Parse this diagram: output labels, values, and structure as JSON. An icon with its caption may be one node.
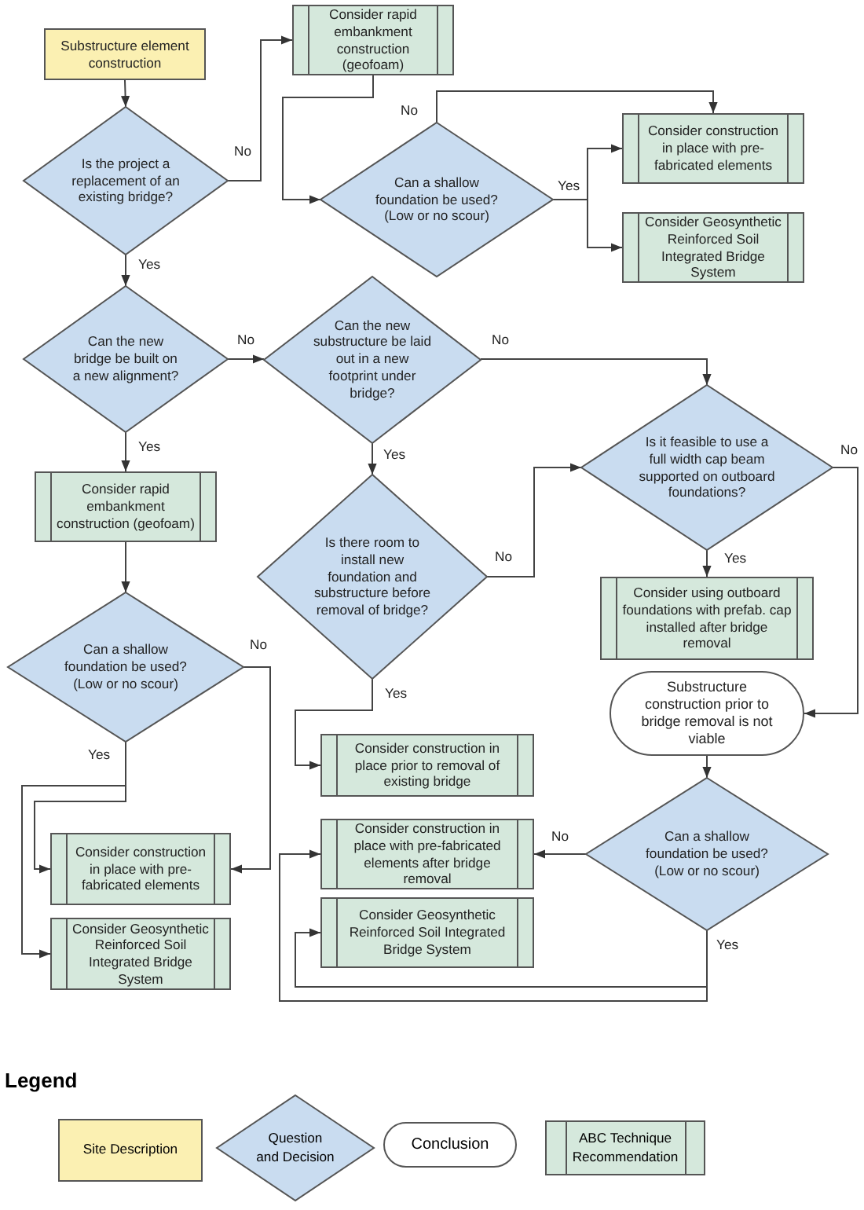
{
  "diagram": {
    "nodes": [
      {
        "text": [
          "Substructure element construction"
        ]
      },
      {
        "text": [
          "Is the project a replacement of an existing bridge?"
        ]
      },
      {
        "text": [
          "Consider rapid embankment construction (geofoam)"
        ]
      },
      {
        "text": [
          "Can a shallow foundation be used? (Low or no scour)"
        ]
      },
      {
        "text": [
          "Consider construction in place with pre-fabricated elements"
        ]
      },
      {
        "text": [
          "Consider Geosynthetic Reinforced Soil Integrated Bridge System"
        ]
      },
      {
        "text": [
          "Can the new bridge be built on a new alignment?"
        ]
      },
      {
        "text": [
          "Can the new substructure be laid out in a new footprint under bridge?"
        ]
      },
      {
        "text": [
          "Is it feasible to use a full width cap beam supported on outboard foundations?"
        ]
      },
      {
        "text": [
          "Consider rapid embankment construction (geofoam)"
        ]
      },
      {
        "text": [
          "Is there room to install new foundation and substructure before removal of bridge?"
        ]
      },
      {
        "text": [
          "Consider using outboard foundations with prefab. cap installed after bridge removal"
        ]
      },
      {
        "text": [
          "Substructure construction prior to bridge removal is not viable"
        ]
      },
      {
        "text": [
          "Can a shallow foundation be used? (Low or no scour)"
        ]
      },
      {
        "text": [
          "Consider construction in place prior to removal of existing bridge"
        ]
      },
      {
        "text": [
          "Can a shallow foundation be used? (Low or no scour)"
        ]
      },
      {
        "text": [
          "Consider construction in place with pre-fabricated elements after bridge removal"
        ]
      },
      {
        "text": [
          "Consider Geosynthetic Reinforced Soil Integrated Bridge System"
        ]
      },
      {
        "text": [
          "Consider construction in place with pre-fabricated elements"
        ]
      },
      {
        "text": [
          "Consider Geosynthetic Reinforced Soil Integrated Bridge System"
        ]
      }
    ],
    "edges": [
      {
        "from": 0,
        "to": 1,
        "arrow": "to"
      },
      {
        "from": 1,
        "to": 2,
        "arrow": "to",
        "label": "No"
      },
      {
        "from": 2,
        "to": 3,
        "arrow": "to"
      },
      {
        "from": 3,
        "to": 4,
        "arrow": "to",
        "label": "No"
      },
      {
        "from": 3,
        "to": 4,
        "arrow": "to",
        "label": "Yes"
      },
      {
        "from": 3,
        "to": 5,
        "arrow": "to"
      },
      {
        "from": 1,
        "to": 6,
        "arrow": "to",
        "label": "Yes"
      },
      {
        "from": 6,
        "to": 7,
        "arrow": "to",
        "label": "No"
      },
      {
        "from": 6,
        "to": 9,
        "arrow": "to",
        "label": "Yes"
      },
      {
        "from": 7,
        "to": 8,
        "arrow": "to",
        "label": "No"
      },
      {
        "from": 7,
        "to": 10,
        "arrow": "to",
        "label": "Yes"
      },
      {
        "from": 9,
        "to": 13,
        "arrow": "to"
      },
      {
        "from": 10,
        "to": 8,
        "arrow": "to",
        "label": "No"
      },
      {
        "from": 10,
        "to": 14,
        "arrow": "to",
        "label": "Yes"
      },
      {
        "from": 8,
        "to": 11,
        "arrow": "to",
        "label": "Yes"
      },
      {
        "from": 8,
        "to": 12,
        "arrow": "to",
        "label": "No"
      },
      {
        "from": 12,
        "to": 15,
        "arrow": "to"
      },
      {
        "from": 13,
        "to": 18,
        "arrow": "to",
        "label": "No"
      },
      {
        "from": 13,
        "to": 18,
        "arrow": "to",
        "label": "Yes"
      },
      {
        "from": 13,
        "to": 19,
        "arrow": "to"
      },
      {
        "from": 15,
        "to": 16,
        "arrow": "to",
        "label": "No"
      },
      {
        "from": 15,
        "to": 16,
        "arrow": "to",
        "label": "Yes"
      },
      {
        "from": 15,
        "to": 17,
        "arrow": "to"
      }
    ],
    "labels": [
      "Legend"
    ],
    "legend": [
      {
        "text": "Site Description",
        "color": "#fbf0b2"
      },
      {
        "text": "Question and Decision",
        "color": "#c9dcf0"
      },
      {
        "text": "Conclusion",
        "color": "#ffffff"
      },
      {
        "text": "ABC Technique Recommendation",
        "color": "#d5e8dc"
      }
    ]
  }
}
